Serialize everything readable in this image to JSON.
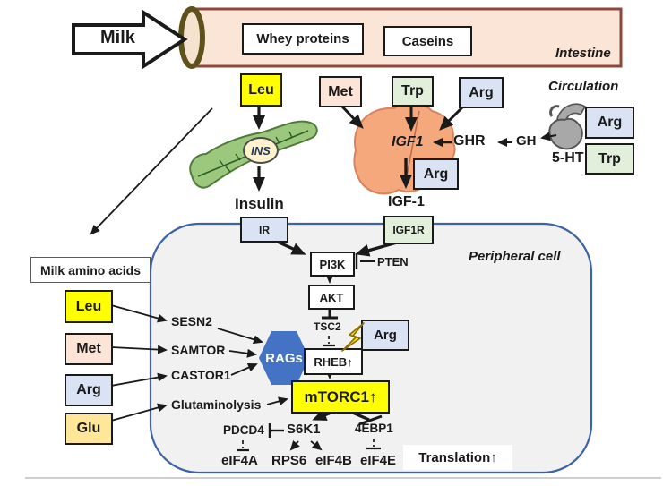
{
  "top": {
    "milk": "Milk",
    "whey_proteins": "Whey proteins",
    "caseins": "Caseins",
    "intestine": "Intestine"
  },
  "amino_acids_top": {
    "leu": "Leu",
    "met": "Met",
    "trp": "Trp",
    "arg": "Arg"
  },
  "circulation": {
    "label": "Circulation",
    "arg": "Arg",
    "trp": "Trp",
    "serotonin": "5-HT",
    "gh": "GH",
    "ghr": "GHR"
  },
  "liver": {
    "igf1": "IGF1",
    "arg": "Arg",
    "igf1_secreted": "IGF-1"
  },
  "pancreas": {
    "ins": "INS",
    "insulin": "Insulin"
  },
  "milk_amino_acids": {
    "title": "Milk amino acids",
    "leu": "Leu",
    "met": "Met",
    "arg": "Arg",
    "glu": "Glu"
  },
  "cell": {
    "label": "Peripheral cell",
    "ir": "IR",
    "igf1r": "IGF1R",
    "pi3k": "PI3K",
    "pten": "PTEN",
    "akt": "AKT",
    "tsc2": "TSC2",
    "rags": "RAGs",
    "rheb": "RHEB↑",
    "arg": "Arg",
    "mtorc1": "mTORC1↑",
    "sesn2": "SESN2",
    "samtor": "SAMTOR",
    "castor1": "CASTOR1",
    "glutaminolysis": "Glutaminolysis",
    "s6k1": "S6K1",
    "pdcd4": "PDCD4",
    "ebp1": "4EBP1",
    "eif4a": "eIF4A",
    "rps6": "RPS6",
    "eif4b": "eIF4B",
    "eif4e": "eIF4E",
    "translation": "Translation↑"
  },
  "colors": {
    "leucine_yellow": "#ffff00",
    "methionine_peach": "#fce4d6",
    "tryptophan_green": "#e2efda",
    "arginine_blue": "#dae3f3",
    "glutamine_tan": "#ffe699",
    "mtorc1_yellow": "#ffff00",
    "rags_blue": "#4472c4",
    "liver_orange": "#f4a87c",
    "pancreas_green": "#9cc87e",
    "intestine_fill": "#fbe5d6",
    "intestine_border": "#8a4a3b",
    "cell_fill": "#f1f1f1",
    "cell_border": "#3c63a8",
    "lightning_yellow": "#ffe000"
  }
}
